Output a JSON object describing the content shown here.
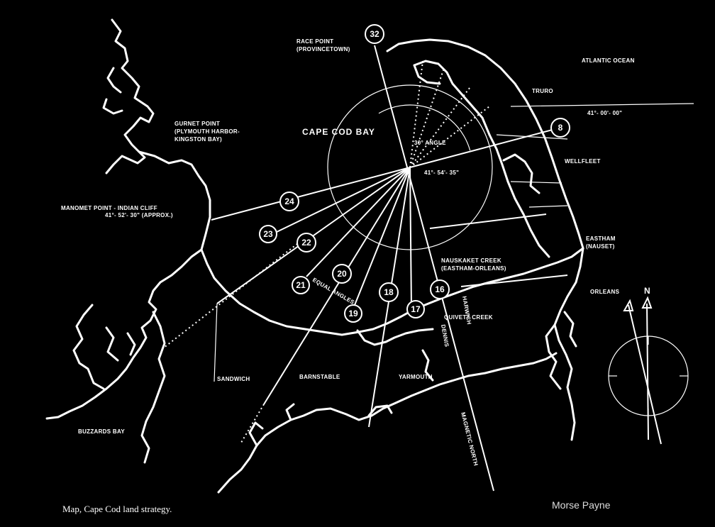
{
  "labels": {
    "race_point": "RACE POINT",
    "race_point_sub": "(PROVINCETOWN)",
    "atlantic_ocean": "ATLANTIC OCEAN",
    "truro": "TRURO",
    "gurnet_point": "GURNET POINT",
    "gurnet_point_sub1": "(PLYMOUTH HARBOR-",
    "gurnet_point_sub2": "KINGSTON BAY)",
    "cape_cod_bay": "CAPE COD BAY",
    "angle_30": "30° ANGLE",
    "coord_center": "41°- 54'- 35\"",
    "coord_right": "41°- 00'- 00\"",
    "wellfleet": "WELLFLEET",
    "manomet_point": "MANOMET POINT - INDIAN CLIFF",
    "manomet_coord": "41°- 52'- 30\" (APPROX.)",
    "eastham": "EASTHAM",
    "eastham_sub": "(NAUSET)",
    "nauskaket_creek": "NAUSKAKET CREEK",
    "nauskaket_sub": "(EASTHAM-ORLEANS)",
    "orleans": "ORLEANS",
    "equal_angles": "EQUAL ANGLES",
    "quivett_creek": "QUIVETT CREEK",
    "dennis": "DENNIS",
    "harwich": "HARWICH",
    "sandwich": "SANDWICH",
    "barnstable": "BARNSTABLE",
    "yarmouth": "YARMOUTH",
    "magnetic_north": "MAGNETIC NORTH",
    "buzzards_bay": "BUZZARDS BAY",
    "north": "N"
  },
  "markers": [
    "32",
    "8",
    "24",
    "23",
    "22",
    "21",
    "20",
    "19",
    "18",
    "17",
    "16"
  ],
  "caption": "Map, Cape Cod land strategy.",
  "credit": "Morse Payne"
}
